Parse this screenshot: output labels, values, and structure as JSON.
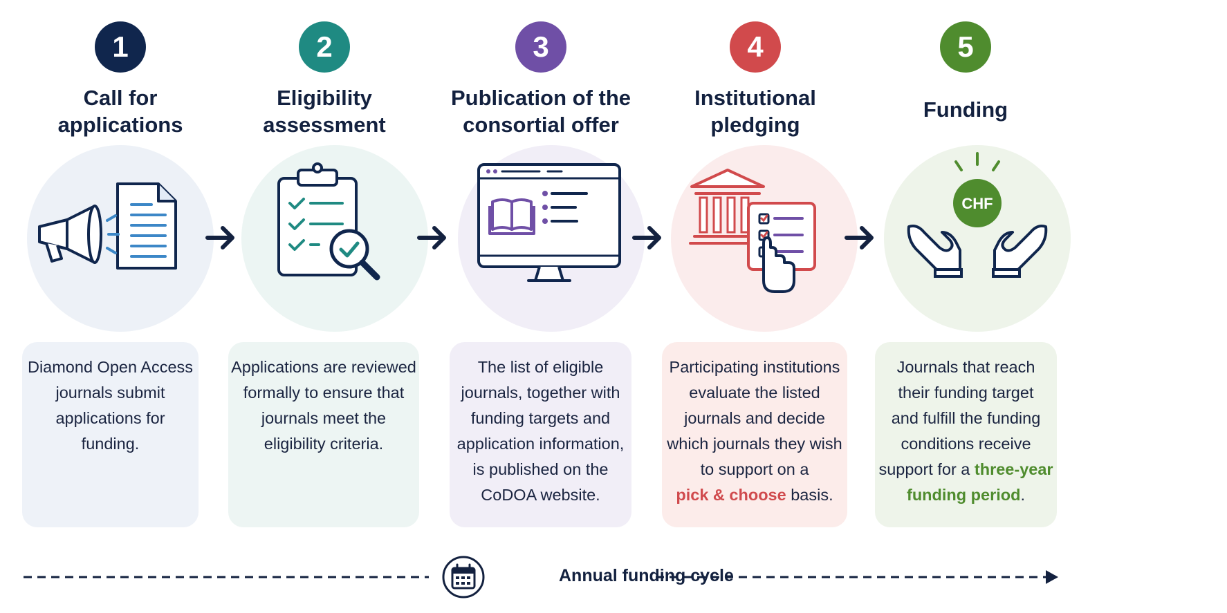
{
  "steps": [
    {
      "number": "1",
      "title_lines": [
        "Call for",
        "applications"
      ],
      "body_lines": [
        "Diamond Open Access",
        "journals submit",
        "applications for",
        "funding."
      ],
      "color": "#10264d",
      "icon": "megaphone-document-icon"
    },
    {
      "number": "2",
      "title_lines": [
        "Eligibility",
        "assessment"
      ],
      "body_lines": [
        "Applications are reviewed",
        "formally to ensure that",
        "journals meet the",
        "eligibility criteria."
      ],
      "color": "#1f8a82",
      "icon": "clipboard-magnifier-icon"
    },
    {
      "number": "3",
      "title_lines": [
        "Publication of the",
        "consortial offer"
      ],
      "body_lines": [
        "The list of eligible",
        "journals, together with",
        "funding targets and",
        "application information,",
        "is published on the",
        "CoDOA website."
      ],
      "color": "#6f4fa6",
      "icon": "monitor-book-icon"
    },
    {
      "number": "4",
      "title_lines": [
        "Institutional",
        "pledging"
      ],
      "body_lines": [
        "Participating institutions",
        "evaluate the listed",
        "journals and decide",
        "which journals they wish",
        "to support on a"
      ],
      "body_last_highlight": "pick & choose",
      "body_last_rest": " basis.",
      "color": "#d14a4c",
      "icon": "institution-checklist-icon"
    },
    {
      "number": "5",
      "title_lines": [
        "Funding"
      ],
      "body_lines": [
        "Journals that reach",
        "their funding target",
        "and fulfill the funding",
        "conditions receive"
      ],
      "body_line5_prefix": "support for a ",
      "body_line5_highlight": "three-year",
      "body_line6_highlight": "funding period",
      "body_line6_rest": ".",
      "coin_label": "CHF",
      "color": "#4f8c2e",
      "icon": "hands-coin-icon"
    }
  ],
  "timeline": {
    "label": "Annual funding cycle",
    "icon": "calendar-icon"
  }
}
